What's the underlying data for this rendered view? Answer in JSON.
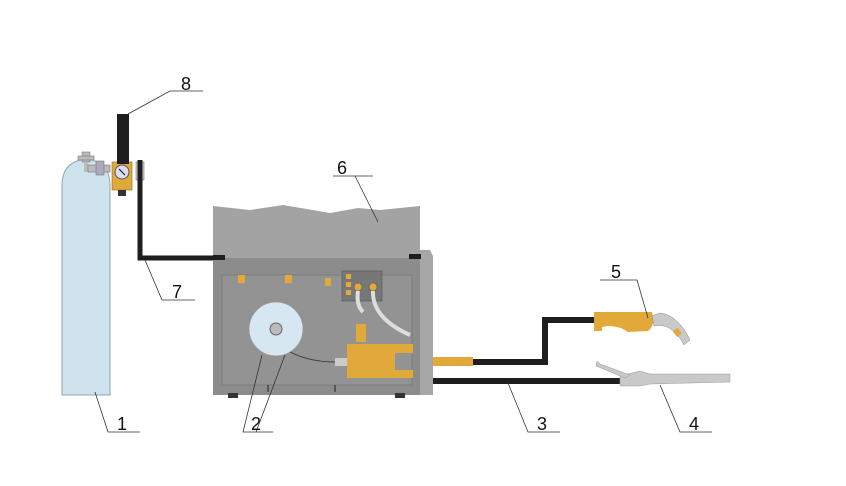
{
  "labels": {
    "l1": "1",
    "l2": "2",
    "l3": "3",
    "l4": "4",
    "l5": "5",
    "l6": "6",
    "l7": "7",
    "l8": "8"
  },
  "colors": {
    "cylinder": "#cfe3ee",
    "machine_body": "#8c8c8c",
    "machine_top": "#a3a3a3",
    "brass": "#e0a93a",
    "hose": "#1e1e1e",
    "torch_neck": "#c9c9c9"
  }
}
